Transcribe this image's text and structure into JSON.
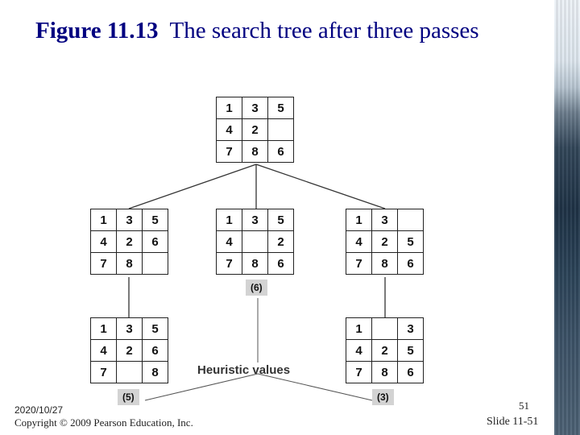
{
  "title": {
    "figure_label": "Figure 11.13",
    "caption": "The search tree after three passes"
  },
  "diagram": {
    "boards": {
      "root": [
        "1",
        "3",
        "5",
        "4",
        "2",
        "",
        "7",
        "8",
        "6"
      ],
      "level1_left": [
        "1",
        "3",
        "5",
        "4",
        "2",
        "6",
        "7",
        "8",
        ""
      ],
      "level1_middle": [
        "1",
        "3",
        "5",
        "4",
        "",
        "2",
        "7",
        "8",
        "6"
      ],
      "level1_right": [
        "1",
        "3",
        "",
        "4",
        "2",
        "5",
        "7",
        "8",
        "6"
      ],
      "level2_left": [
        "1",
        "3",
        "5",
        "4",
        "2",
        "6",
        "7",
        "",
        "8"
      ],
      "level2_right": [
        "1",
        "",
        "3",
        "4",
        "2",
        "5",
        "7",
        "8",
        "6"
      ]
    },
    "heuristic_values": {
      "middle": "(6)",
      "bottom_left": "(5)",
      "bottom_right": "(3)"
    },
    "heuristic_label": "Heuristic values"
  },
  "footer": {
    "date": "2020/10/27",
    "copyright": "Copyright © 2009 Pearson Education, Inc.",
    "page_number": "51",
    "slide_number": "Slide 11-51"
  }
}
